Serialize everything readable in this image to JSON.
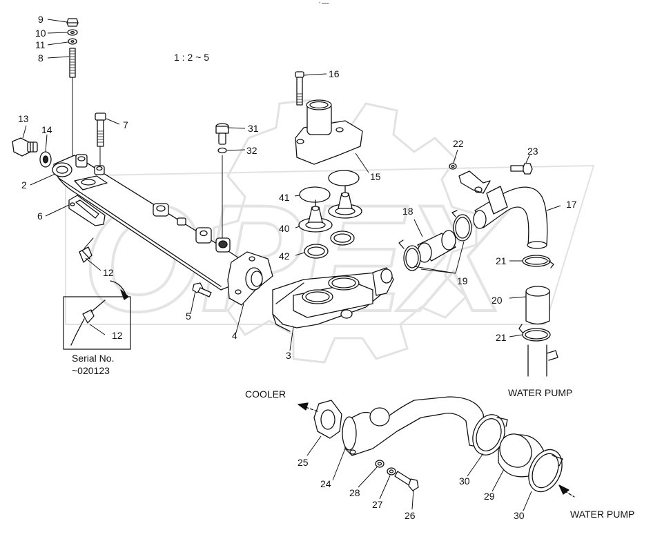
{
  "scale": "1 : 2 ~ 5",
  "corner_mark": "* ===",
  "serial": {
    "line1": "Serial No.",
    "line2": "~020123"
  },
  "flow": {
    "cooler": "COOLER",
    "water_pump_upper": "WATER PUMP",
    "water_pump_lower": "WATER PUMP"
  },
  "callouts": {
    "n2": "2",
    "n3": "3",
    "n4": "4",
    "n5": "5",
    "n6": "6",
    "n7": "7",
    "n8": "8",
    "n9": "9",
    "n10": "10",
    "n11": "11",
    "n12a": "12",
    "n12b": "12",
    "n13": "13",
    "n14": "14",
    "n15": "15",
    "n16": "16",
    "n17": "17",
    "n18": "18",
    "n19": "19",
    "n20": "20",
    "n21a": "21",
    "n21b": "21",
    "n22": "22",
    "n23": "23",
    "n24": "24",
    "n25": "25",
    "n26": "26",
    "n27": "27",
    "n28": "28",
    "n29": "29",
    "n30a": "30",
    "n30b": "30",
    "n31": "31",
    "n32": "32",
    "n40": "40",
    "n41": "41",
    "n42": "42"
  },
  "colors": {
    "line": "#111111",
    "watermark": "#e4e4e4"
  }
}
